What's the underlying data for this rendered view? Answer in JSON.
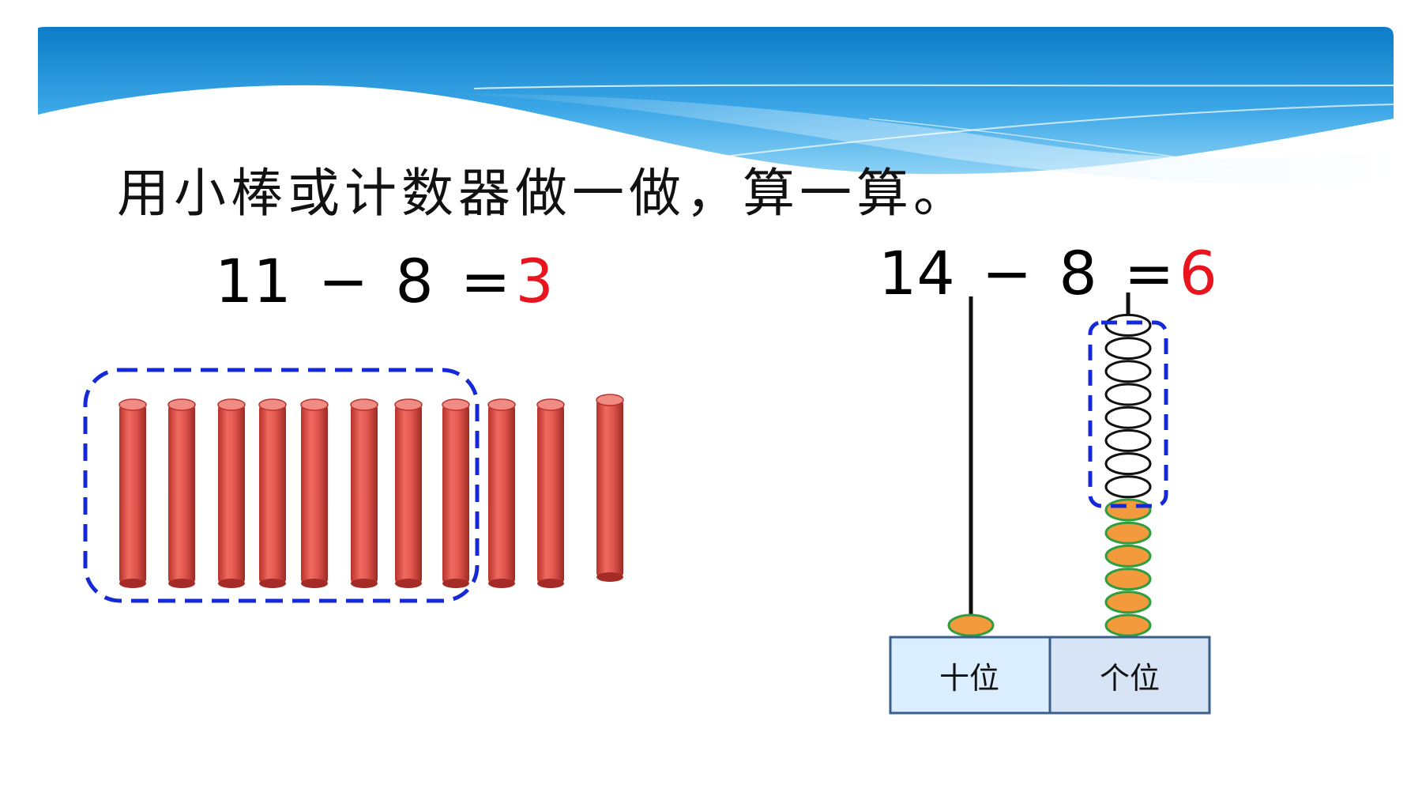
{
  "title": "用小棒或计数器做一做，算一算。",
  "equation_left": {
    "minuend": "11",
    "operator": "−",
    "subtrahend": "8",
    "equals": "=",
    "answer": "3"
  },
  "equation_right": {
    "minuend": "14",
    "operator": "−",
    "subtrahend": "8",
    "equals": "=",
    "answer": "6"
  },
  "sticks": {
    "total": 11,
    "circled": 8
  },
  "abacus": {
    "tens_label": "十位",
    "ones_label": "个位",
    "tens_beads": 1,
    "ones_beads_remaining": 6,
    "ones_beads_removed": 8,
    "ones_beads_circled": 8
  },
  "colors": {
    "answer": "#e8151f",
    "stick": "#e2574f",
    "bead_filled": "#f39a3c",
    "bead_outline": "#2e9e3f",
    "dashed_box": "#1529d6",
    "label_tens_bg": "#dbeeff",
    "label_ones_bg": "#d6e4f5"
  }
}
